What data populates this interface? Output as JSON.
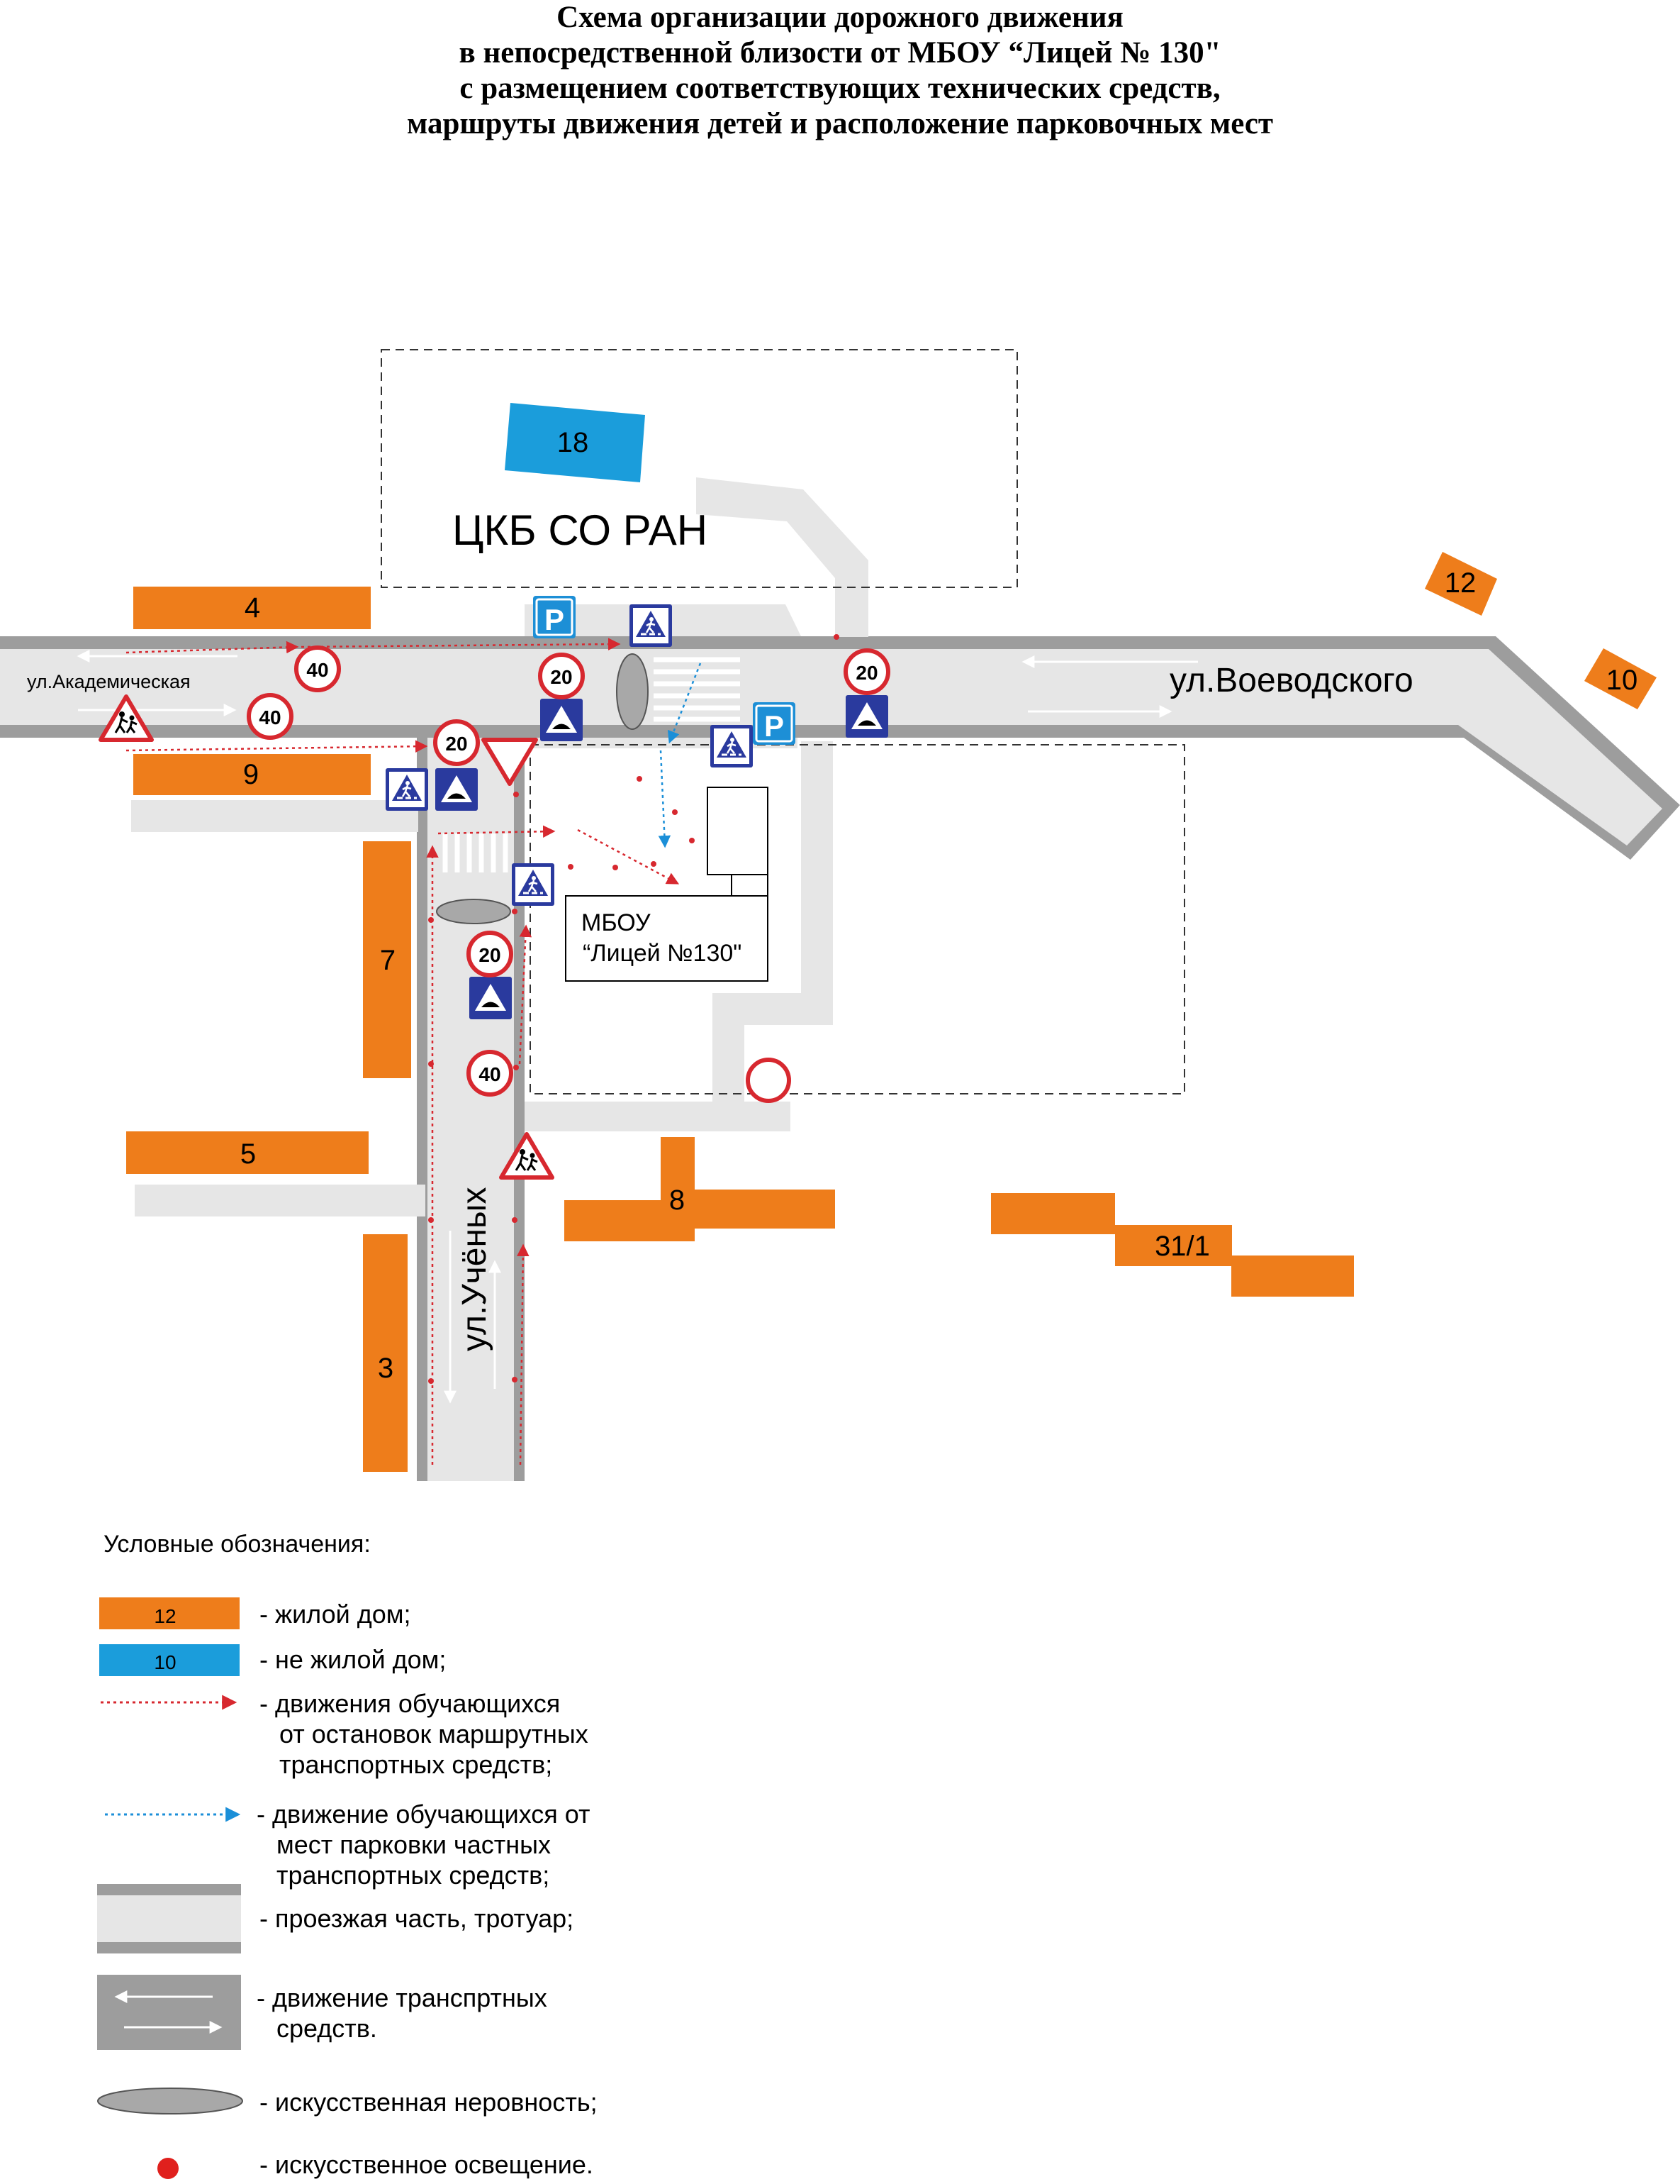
{
  "title_lines": [
    "Схема организации дорожного движения",
    "в непосредственной близости от МБОУ “Лицей № 130\"",
    "с размещением соответствующих технических средств,",
    "маршруты движения детей и расположение парковочных мест"
  ],
  "colors": {
    "residential": "#ee7d1b",
    "non_residential": "#1b9ddb",
    "road": "#e6e6e6",
    "road_edge": "#9d9d9d",
    "students_from_transit": "#d7282f",
    "students_from_parking": "#1b8fd8",
    "speed_bump": "#a8a8a8",
    "lighting": "#e0201d",
    "sign_blue": "#2a3a9e",
    "parking_sign_blue": "#1d8fd6"
  },
  "streets": {
    "akademicheskaya": "ул.Академическая",
    "voevodskogo": "ул.Воеводского",
    "uchenykh": "ул.Учёных"
  },
  "facilities": {
    "hospital": "ЦКБ СО РАН",
    "school_line1": "МБОУ",
    "school_line2": "“Лицей №130\""
  },
  "buildings": {
    "b18": "18",
    "b4": "4",
    "b9": "9",
    "b7": "7",
    "b5": "5",
    "b3": "3",
    "b8": "8",
    "b31_1": "31/1",
    "b12": "12",
    "b10": "10"
  },
  "speed_limits": {
    "s40a": "40",
    "s40b": "40",
    "s20a": "20",
    "s20b": "20",
    "s20c": "20",
    "s20d": "20",
    "s40c": "40"
  },
  "parking_sign": {
    "p1": "P",
    "p2": "P"
  },
  "legend": {
    "title": "Условные обозначения:",
    "residential_sample": "12",
    "residential": "- жилой дом;",
    "non_residential_sample": "10",
    "non_residential": "- не жилой дом;",
    "transit_routes": [
      "- движения обучающихся",
      "от остановок маршрутных",
      "транспортных средств;"
    ],
    "parking_routes": [
      "- движение обучающихся от",
      "мест парковки частных",
      "транспортных средств;"
    ],
    "road": "- проезжая часть, тротуар;",
    "traffic": [
      "- движение транспртных",
      "средств."
    ],
    "speed_bump": "- искусственная неровность;",
    "lighting": "- искусственное освещение."
  }
}
